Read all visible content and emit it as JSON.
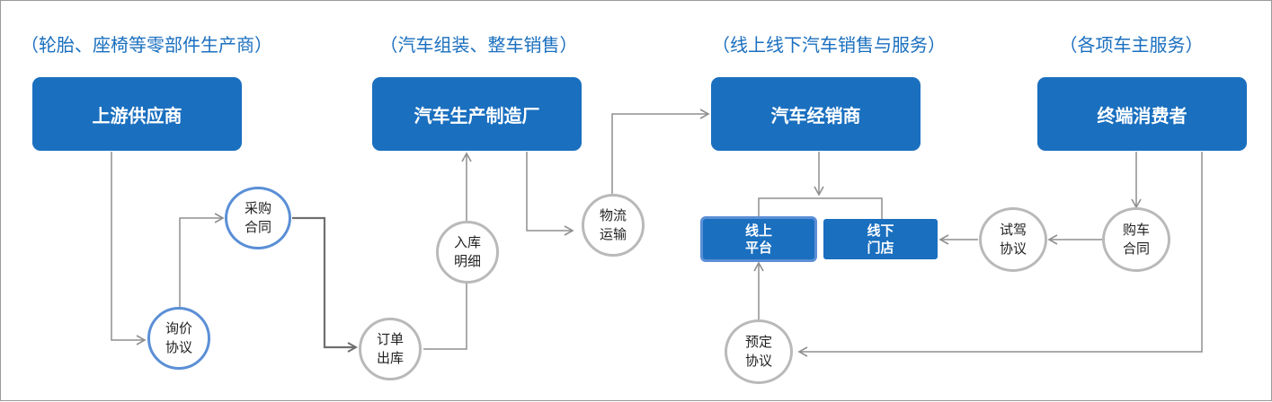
{
  "categories": [
    "（轮胎、座椅等零部件生产商）",
    "（汽车组装、整车销售）",
    "（线上线下汽车销售与服务）",
    "（各项车主服务）"
  ],
  "main_nodes": {
    "supplier": "上游供应商",
    "manufacturer": "汽车生产制造厂",
    "dealer": "汽车经销商",
    "consumer": "终端消费者"
  },
  "channels": {
    "online": [
      "线上",
      "平台"
    ],
    "offline": [
      "线下",
      "门店"
    ]
  },
  "documents": {
    "inquiry": [
      "询价",
      "协议"
    ],
    "purchase": [
      "采购",
      "合同"
    ],
    "order_out": [
      "订单",
      "出库"
    ],
    "inbound": [
      "入库",
      "明细"
    ],
    "logistics": [
      "物流",
      "运输"
    ],
    "test_drive": [
      "试驾",
      "协议"
    ],
    "car_contract": [
      "购车",
      "合同"
    ],
    "reservation": [
      "预定",
      "协议"
    ]
  },
  "colors": {
    "node_blue": "#1a6fbf",
    "highlight_ring": "#5b8fd6",
    "connector_gray": "#8f8f8f",
    "circle_gray": "#b9b9b9",
    "category_text": "#1a6fbf"
  }
}
